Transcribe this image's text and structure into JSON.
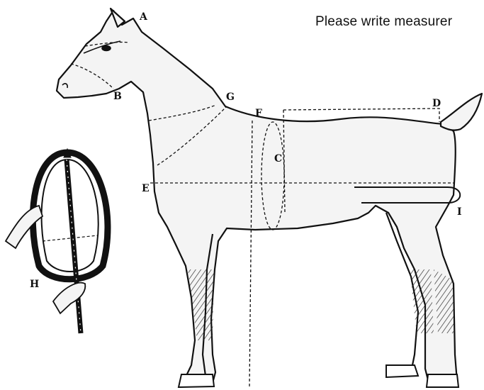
{
  "instruction": "Please write measurer",
  "labels": {
    "a": "A",
    "b": "B",
    "c": "C",
    "d": "D",
    "e": "E",
    "f": "F",
    "g": "G",
    "h": "H",
    "i": "I"
  },
  "colors": {
    "ink": "#111111",
    "background": "#ffffff"
  }
}
